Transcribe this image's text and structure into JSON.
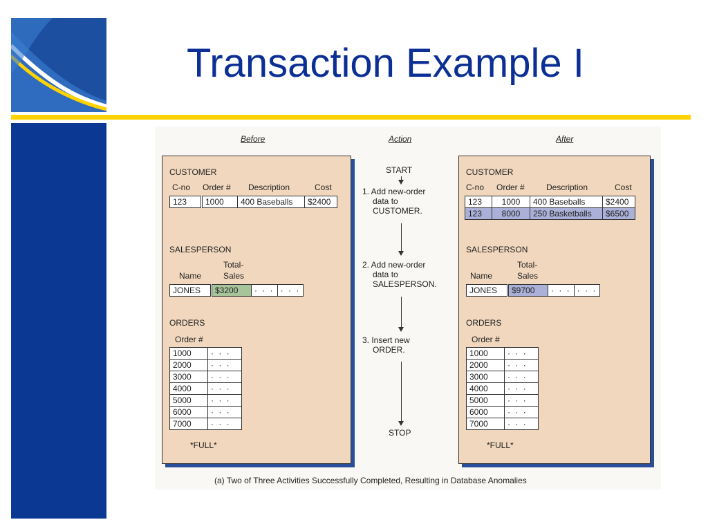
{
  "slide": {
    "title": "Transaction Example I"
  },
  "figure": {
    "headers": {
      "before": "Before",
      "action": "Action",
      "after": "After"
    },
    "before": {
      "customer": {
        "label": "CUSTOMER",
        "columns": [
          "C-no",
          "Order #",
          "Description",
          "Cost"
        ],
        "rows": [
          [
            "123",
            "1000",
            "400 Baseballs",
            "$2400"
          ]
        ]
      },
      "salesperson": {
        "label": "SALESPERSON",
        "col_name": "Name",
        "col_total_1": "Total-",
        "col_total_2": "Sales",
        "row": [
          "JONES",
          "$3200",
          "· · ·",
          "· · ·"
        ]
      },
      "orders": {
        "label": "ORDERS",
        "column": "Order #",
        "rows": [
          "1000",
          "2000",
          "3000",
          "4000",
          "5000",
          "6000",
          "7000"
        ],
        "dots": "· · ·",
        "footer": "*FULL*"
      }
    },
    "after": {
      "customer": {
        "label": "CUSTOMER",
        "columns": [
          "C-no",
          "Order #",
          "Description",
          "Cost"
        ],
        "rows": [
          [
            "123",
            "1000",
            "400 Baseballs",
            "$2400"
          ],
          [
            "123",
            "8000",
            "250 Basketballs",
            "$6500"
          ]
        ]
      },
      "salesperson": {
        "label": "SALESPERSON",
        "col_name": "Name",
        "col_total_1": "Total-",
        "col_total_2": "Sales",
        "row": [
          "JONES",
          "$9700",
          "· · ·",
          "· · ·"
        ]
      },
      "orders": {
        "label": "ORDERS",
        "column": "Order #",
        "rows": [
          "1000",
          "2000",
          "3000",
          "4000",
          "5000",
          "6000",
          "7000"
        ],
        "dots": "· · ·",
        "footer": "*FULL*"
      }
    },
    "actions": {
      "start": "START",
      "step1": [
        "1. Add new-order",
        "data to",
        "CUSTOMER."
      ],
      "step2": [
        "2. Add new-order",
        "data to",
        "SALESPERSON."
      ],
      "step3": [
        "3. Insert new",
        "ORDER."
      ],
      "stop": "STOP"
    },
    "caption": "(a) Two of Three Activities Successfully Completed, Resulting in Database Anomalies"
  },
  "colors": {
    "title": "#0b2f94",
    "sidebar": "#0a3893",
    "rule": "#ffd200",
    "panel": "#f0d7bd",
    "highlight_before": "#a7c59a",
    "highlight_after": "#aab0d8"
  }
}
